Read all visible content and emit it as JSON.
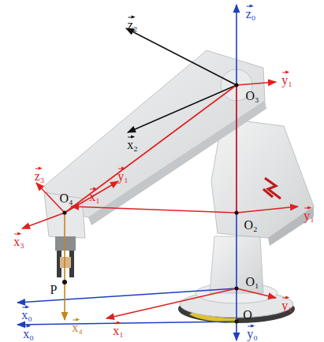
{
  "diagram": {
    "labels": [
      "z₀",
      "z₂",
      "O₃",
      "y₁",
      "x₂",
      "z₃",
      "y₁",
      "O₄",
      "O₂",
      "y₁",
      "x₁",
      "x₃",
      "P",
      "x₄",
      "O₁",
      "x₀",
      "x₁",
      "y₁",
      "x₀",
      "O",
      "y₀"
    ]
  }
}
